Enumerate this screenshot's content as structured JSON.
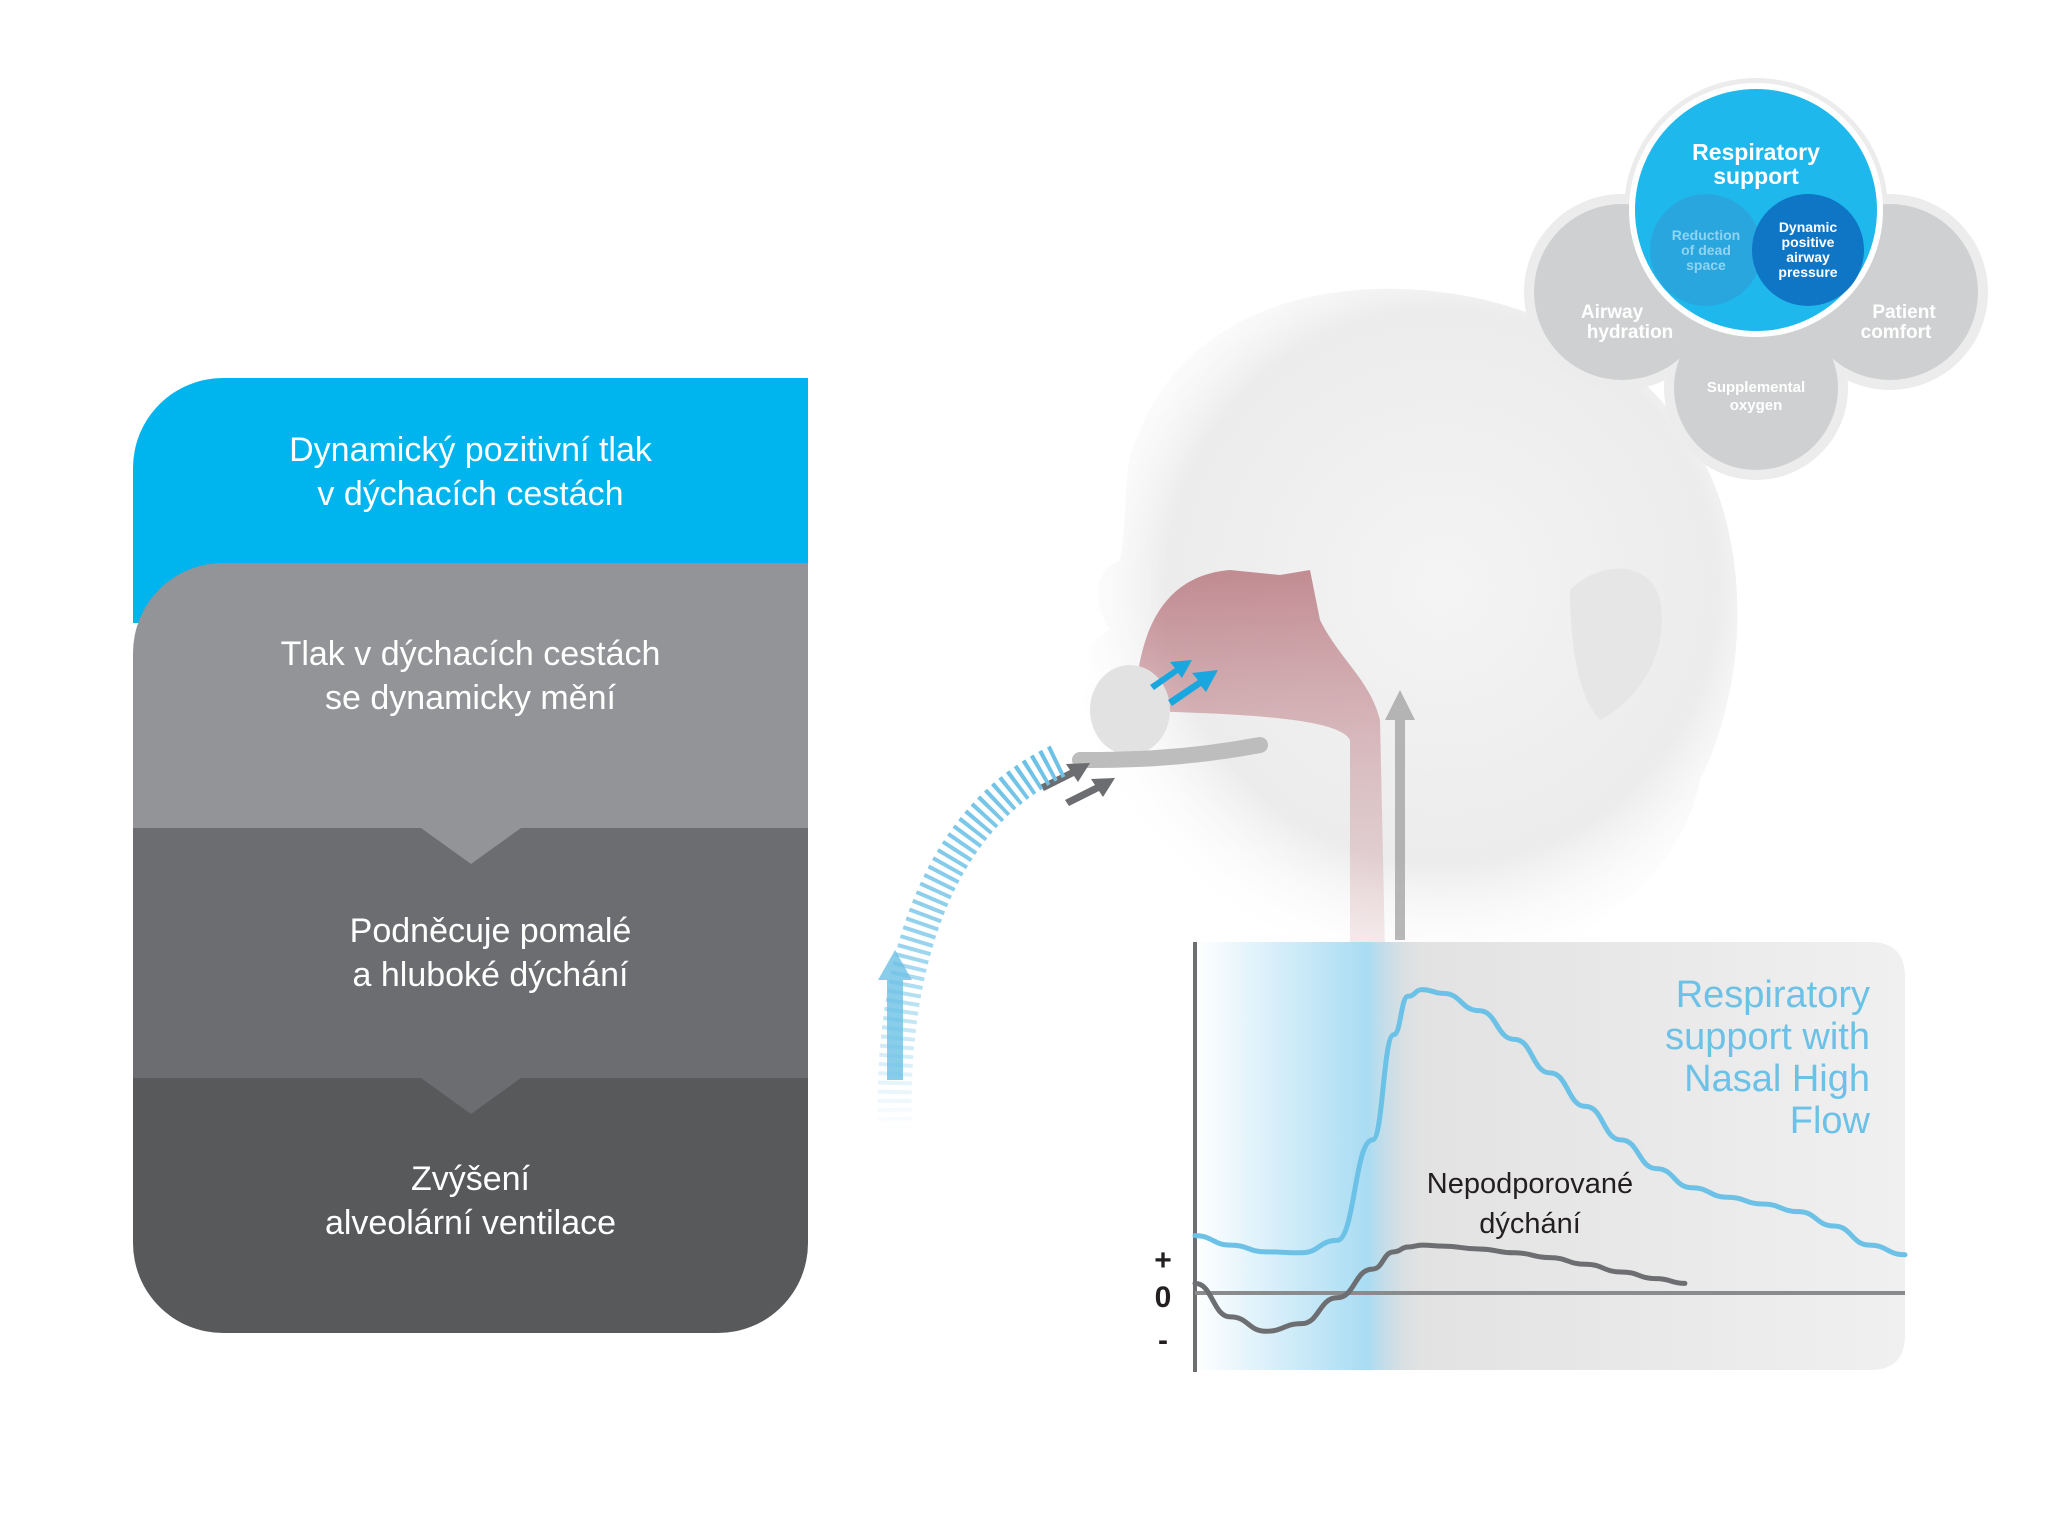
{
  "flow_steps": [
    {
      "line1": "Dynamický pozitivní tlak",
      "line2": "v dýchacích cestách"
    },
    {
      "line1": "Tlak v dýchacích cestách",
      "line2": "se dynamicky mění"
    },
    {
      "line1": "Podněcuje pomalé",
      "line2": "a hluboké dýchání"
    },
    {
      "line1": "Zvýšení",
      "line2": "alveolární ventilace"
    }
  ],
  "venn": {
    "center_label_1": "Respiratory",
    "center_label_2": "support",
    "inner_left_1": "Reduction",
    "inner_left_2": "of dead",
    "inner_left_3": "space",
    "inner_right_1": "Dynamic",
    "inner_right_2": "positive",
    "inner_right_3": "airway",
    "inner_right_4": "pressure",
    "left_1": "Airway",
    "left_2": "hydration",
    "right_1": "Patient",
    "right_2": "comfort",
    "bottom_1": "Supplemental",
    "bottom_2": "oxygen"
  },
  "colors": {
    "accent": "#00b5ee",
    "gray_light": "#929497",
    "gray_mid": "#6c6d70",
    "gray_dark": "#58595b",
    "curve_blue": "#6cc1e6",
    "curve_dark": "#6d6e71"
  },
  "chart_data": {
    "type": "line",
    "ylabel_plus": "+",
    "ylabel_zero": "0",
    "ylabel_minus": "-",
    "series": [
      {
        "name_1": "Respiratory",
        "name_2": "support with",
        "name_3": "Nasal High",
        "name_4": "Flow",
        "x": [
          0,
          0.05,
          0.1,
          0.15,
          0.2,
          0.25,
          0.28,
          0.3,
          0.32,
          0.35,
          0.4,
          0.45,
          0.5,
          0.55,
          0.6,
          0.65,
          0.7,
          0.75,
          0.8,
          0.85,
          0.9,
          0.95,
          1.0
        ],
        "values": [
          0.5,
          0.4,
          0.33,
          0.32,
          0.45,
          1.5,
          2.6,
          3.0,
          3.07,
          3.03,
          2.85,
          2.55,
          2.2,
          1.85,
          1.5,
          1.2,
          1.0,
          0.9,
          0.83,
          0.75,
          0.6,
          0.4,
          0.3
        ]
      },
      {
        "name_1": "Nepodporované",
        "name_2": "dýchání",
        "x": [
          0,
          0.05,
          0.1,
          0.15,
          0.2,
          0.25,
          0.28,
          0.3,
          0.32,
          0.35,
          0.4,
          0.45,
          0.5,
          0.55,
          0.6,
          0.65,
          0.69
        ],
        "values": [
          0,
          -0.35,
          -0.5,
          -0.42,
          -0.15,
          0.15,
          0.33,
          0.38,
          0.4,
          0.39,
          0.36,
          0.32,
          0.27,
          0.2,
          0.12,
          0.05,
          0
        ]
      }
    ],
    "xlim": [
      0,
      1
    ],
    "ylim": [
      -0.8,
      3.4
    ],
    "grid": false
  }
}
